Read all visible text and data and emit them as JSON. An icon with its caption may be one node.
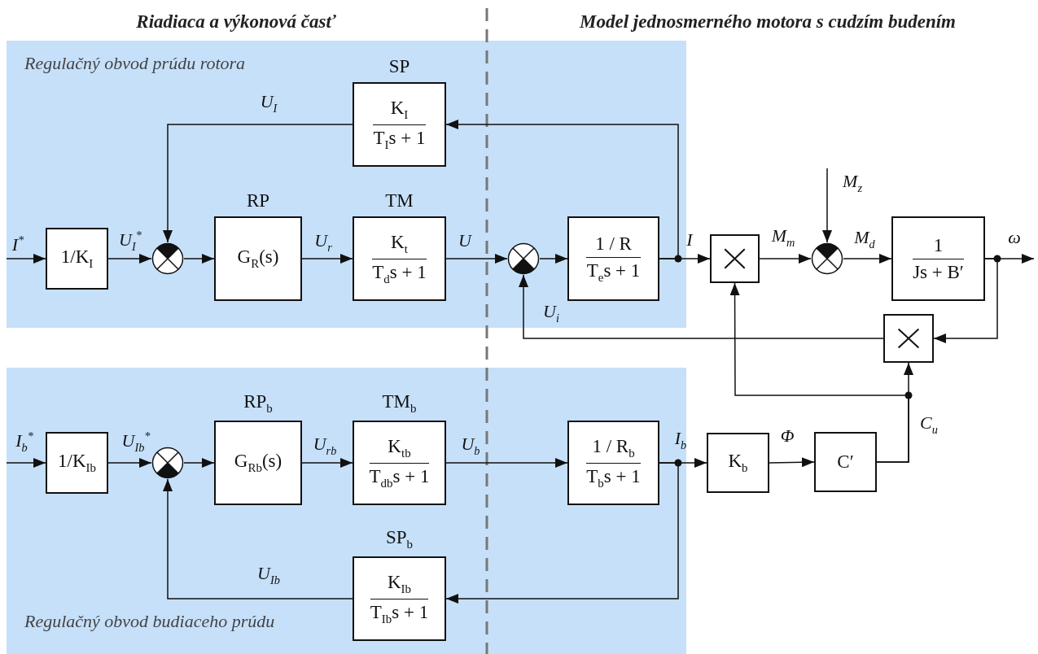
{
  "diagram": {
    "nodes": [
      {
        "text": [
          "Regulačný obvod prúdu rotora"
        ]
      },
      {
        "text": [
          "Regulačný obvod budiaceho prúdu"
        ]
      },
      {
        "text": [
          "1/K$_{I}$"
        ],
        "in": 0
      },
      {
        "text": [],
        "shape": "circle",
        "in": 0
      },
      {
        "text": [
          "G$_{R}$(s)"
        ],
        "beside": [
          "RP"
        ],
        "in": 0
      },
      {
        "text": [
          "K$_{t}$",
          "T$_{d}$s + 1"
        ],
        "beside": [
          "TM"
        ],
        "in": 0
      },
      {
        "text": [
          "K$_{I}$",
          "T$_{I}$s + 1"
        ],
        "beside": [
          "SP"
        ],
        "in": 0
      },
      {
        "text": [],
        "shape": "circle",
        "in": 0
      },
      {
        "text": [
          "1 / R",
          "T$_{e}$s + 1"
        ],
        "in": 0
      },
      {
        "text": [],
        "shape": "box"
      },
      {
        "text": [],
        "shape": "circle"
      },
      {
        "text": [
          "1",
          "Js + B′"
        ]
      },
      {
        "text": [],
        "shape": "box"
      },
      {
        "text": [
          "1/K$_{Ib}$"
        ],
        "in": 1
      },
      {
        "text": [],
        "shape": "circle",
        "in": 1
      },
      {
        "text": [
          "G$_{Rb}$(s)"
        ],
        "beside": [
          "RP$_{b}$"
        ],
        "in": 1
      },
      {
        "text": [
          "K$_{tb}$",
          "T$_{db}$s + 1"
        ],
        "beside": [
          "TM$_{b}$"
        ],
        "in": 1
      },
      {
        "text": [
          "K$_{Ib}$",
          "T$_{Ib}$s + 1"
        ],
        "beside": [
          "SP$_{b}$"
        ],
        "in": 1
      },
      {
        "text": [
          "1 / R$_{b}$",
          "T$_{b}$s + 1"
        ],
        "in": 1
      },
      {
        "text": [
          "K$_{b}$"
        ]
      },
      {
        "text": [
          "C′"
        ]
      }
    ],
    "edges": [
      {
        "from": null,
        "to": 2,
        "arrow": "to",
        "label": "I$^{*}$"
      },
      {
        "from": 2,
        "to": 3,
        "arrow": "to",
        "label": "U$_{I}$$^{*}$"
      },
      {
        "from": 6,
        "to": 3,
        "arrow": "to",
        "label": "U$_{I}$"
      },
      {
        "from": 3,
        "to": 4,
        "arrow": "to"
      },
      {
        "from": 4,
        "to": 5,
        "arrow": "to",
        "label": "U$_{r}$"
      },
      {
        "from": 5,
        "to": 7,
        "arrow": "to",
        "label": "U"
      },
      {
        "from": 7,
        "to": 8,
        "arrow": "to"
      },
      {
        "from": 8,
        "to": 6,
        "arrow": "to"
      },
      {
        "from": 8,
        "to": 9,
        "arrow": "to",
        "label": "I"
      },
      {
        "from": 9,
        "to": 10,
        "arrow": "to",
        "label": "M$_{m}$"
      },
      {
        "from": null,
        "to": 10,
        "arrow": "to",
        "label": "M$_{z}$"
      },
      {
        "from": 10,
        "to": 11,
        "arrow": "to",
        "label": "M$_{d}$"
      },
      {
        "from": 11,
        "to": null,
        "arrow": "to",
        "label": "ω"
      },
      {
        "from": 11,
        "to": 12,
        "arrow": "to"
      },
      {
        "from": 12,
        "to": 7,
        "arrow": "to",
        "label": "U$_{i}$"
      },
      {
        "from": null,
        "to": 13,
        "arrow": "to",
        "label": "I$_{b}$$^{*}$"
      },
      {
        "from": 13,
        "to": 14,
        "arrow": "to",
        "label": "U$_{Ib}$$^{*}$"
      },
      {
        "from": 14,
        "to": 15,
        "arrow": "to"
      },
      {
        "from": 15,
        "to": 16,
        "arrow": "to",
        "label": "U$_{rb}$"
      },
      {
        "from": 16,
        "to": 18,
        "arrow": "to",
        "label": "U$_{b}$"
      },
      {
        "from": 18,
        "to": 19,
        "arrow": "to",
        "label": "I$_{b}$"
      },
      {
        "from": 18,
        "to": 17,
        "arrow": "to"
      },
      {
        "from": 17,
        "to": 14,
        "arrow": "to",
        "label": "U$_{Ib}$"
      },
      {
        "from": 19,
        "to": 20,
        "arrow": "to",
        "label": "Φ"
      },
      {
        "from": 20,
        "to": 12,
        "arrow": "to",
        "label": "C$_{u}$"
      },
      {
        "from": 20,
        "to": 9,
        "arrow": "to"
      }
    ],
    "labels": [
      "Riadiaca a výkonová časť",
      "Model jednosmerného motora s cudzím budením"
    ]
  }
}
